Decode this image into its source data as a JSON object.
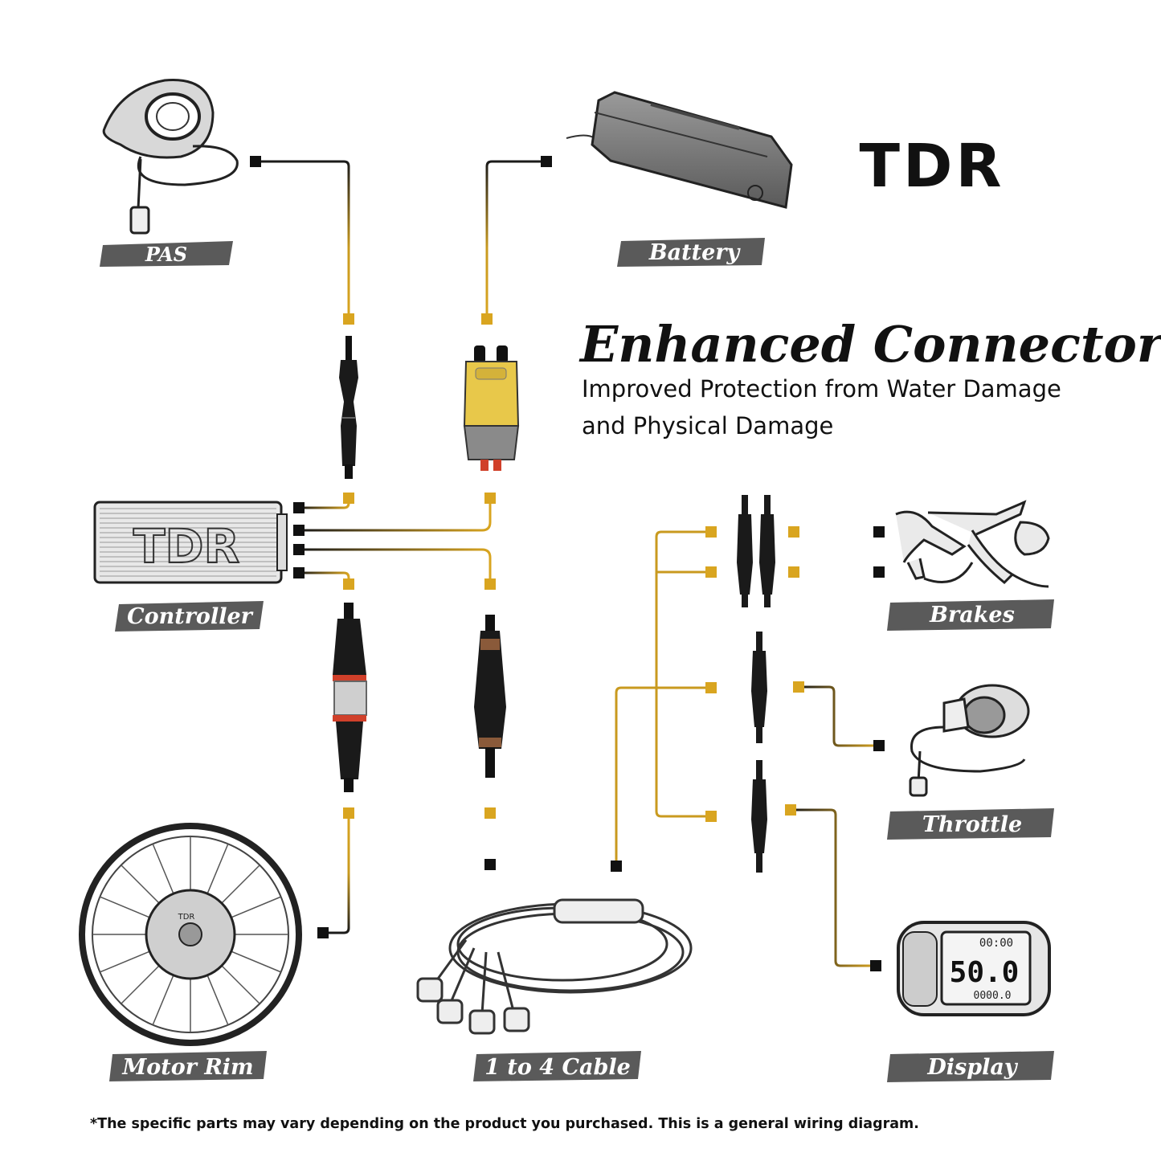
{
  "brand": "TDR",
  "title": "Enhanced Connectors",
  "subtitle_line1": "Improved Protection from Water Damage",
  "subtitle_line2": "and Physical Damage",
  "footnote": "*The specific parts may vary depending on the product you purchased. This is a general wiring diagram.",
  "components": {
    "pas": "PAS",
    "battery": "Battery",
    "controller": "Controller",
    "motor_rim": "Motor Rim",
    "cable": "1 to 4 Cable",
    "brakes": "Brakes",
    "throttle": "Throttle",
    "display": "Display"
  },
  "display_readout": {
    "time": "00:00",
    "speed": "50.0",
    "odometer": "0000.0"
  },
  "colors": {
    "wire_gold": "#c99a1f",
    "wire_dark": "#1a1a1a",
    "label_bg": "#5a5a5a",
    "connector_yellow": "#e8c84a",
    "connector_red": "#d0402a"
  }
}
